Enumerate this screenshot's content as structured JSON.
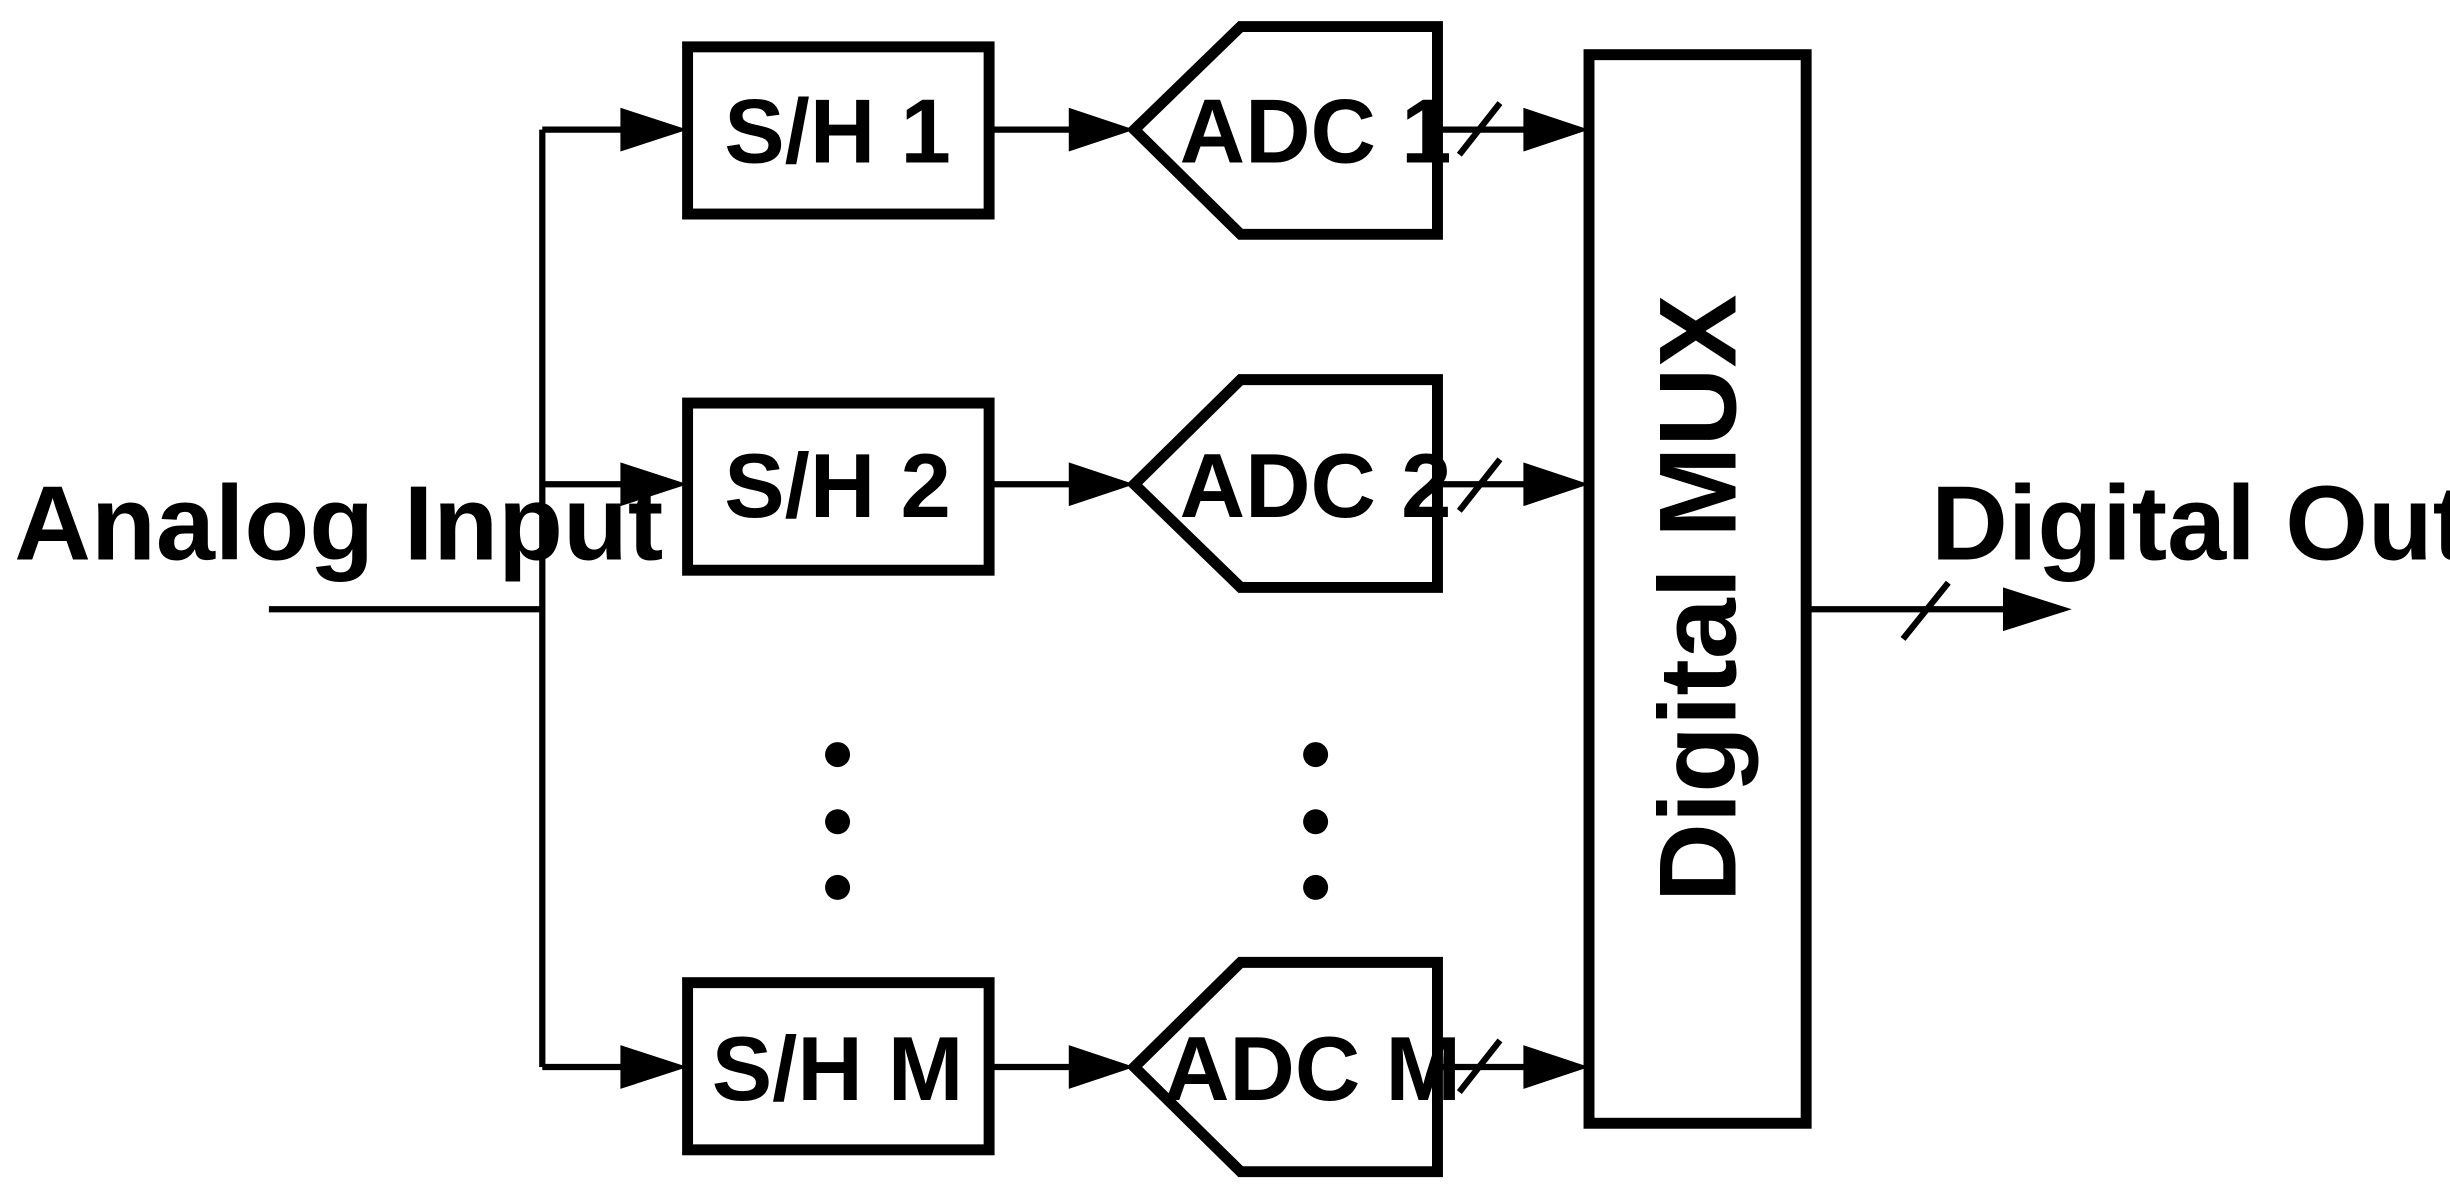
{
  "diagram": {
    "input_label": "Analog Input",
    "output_label": "Digital Output",
    "mux_label": "Digital MUX",
    "sample_hold": [
      "S/H 1",
      "S/H 2",
      "S/H M"
    ],
    "adcs": [
      "ADC 1",
      "ADC 2",
      "ADC M"
    ],
    "line_color": "#000000",
    "background_color": "#ffffff"
  }
}
